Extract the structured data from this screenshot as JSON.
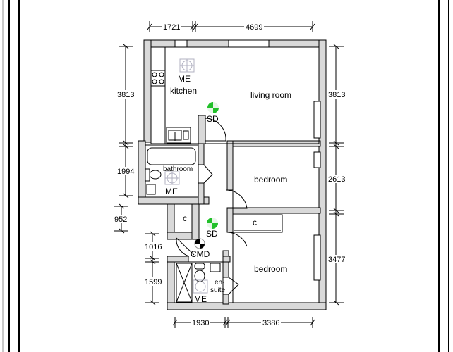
{
  "plan": {
    "rooms": [
      {
        "id": "kitchen",
        "label": "kitchen"
      },
      {
        "id": "living",
        "label": "living room"
      },
      {
        "id": "bathroom",
        "label": "bathroom"
      },
      {
        "id": "bedroom1",
        "label": "bedroom"
      },
      {
        "id": "bedroom2",
        "label": "bedroom"
      },
      {
        "id": "ensuite_a",
        "label": "en-"
      },
      {
        "id": "ensuite_b",
        "label": "suite"
      }
    ],
    "symbols": {
      "me_kitchen": "ME",
      "me_bathroom": "ME",
      "me_ensuite": "ME",
      "sd_top": "SD",
      "sd_hall": "SD",
      "cmd": "CMD",
      "cupboard_hall": "c",
      "cupboard_bedroom": "c"
    },
    "dimensions": {
      "top": [
        "1721",
        "4699"
      ],
      "bottom": [
        "1930",
        "3386"
      ],
      "left": [
        "3813",
        "1994",
        "952",
        "1016",
        "1599"
      ],
      "right": [
        "3813",
        "2613",
        "3477"
      ]
    },
    "colors": {
      "wall_fill": "#d9d9d9",
      "line": "#000000",
      "sd_green": "#22c02a"
    }
  }
}
